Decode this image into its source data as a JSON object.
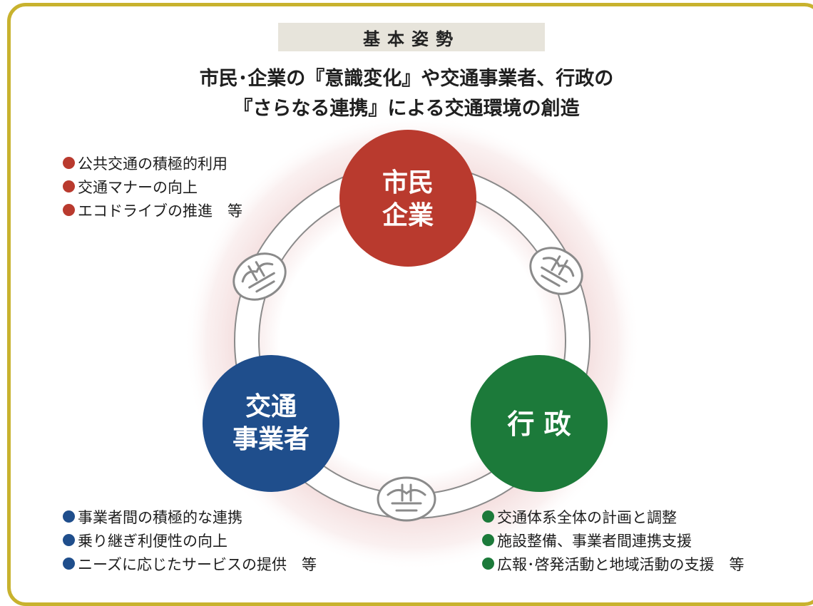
{
  "heading": "基本姿勢",
  "subtitle": {
    "line1": "市民･企業の『意識変化』や交通事業者、行政の",
    "line2": "『さらなる連携』による交通環境の創造"
  },
  "nodes": {
    "citizen": {
      "line1": "市民",
      "line2": "企業",
      "color": "#b93a2e"
    },
    "operator": {
      "line1": "交通",
      "line2": "事業者",
      "color": "#1f4e8c"
    },
    "government": {
      "line1": "行 政",
      "color": "#1c7a3a"
    }
  },
  "lists": {
    "citizen": [
      "公共交通の積極的利用",
      "交通マナーの向上",
      "エコドライブの推進　等"
    ],
    "operator": [
      "事業者間の積極的な連携",
      "乗り継ぎ利便性の向上",
      "ニーズに応じたサービスの提供　等"
    ],
    "government": [
      "交通体系全体の計画と調整",
      "施設整備、事業者間連携支援",
      "広報･啓発活動と地域活動の支援　等"
    ]
  },
  "colors": {
    "frame": "#c8b22e",
    "heading_bg": "#e7e4db",
    "ring": "#ffffff",
    "ring_outline": "#8a8a8a"
  },
  "icons": [
    "handshake-icon",
    "handshake-icon",
    "handshake-icon"
  ]
}
